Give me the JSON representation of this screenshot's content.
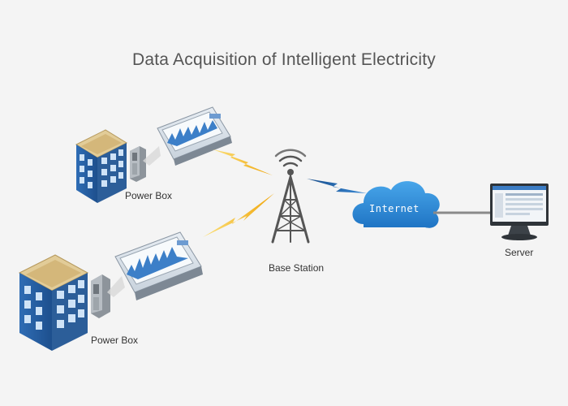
{
  "title": "Data Acquisition of Intelligent Electricity",
  "nodes": {
    "power_box_top": "Power Box",
    "power_box_bottom": "Power Box",
    "base_station": "Base Station",
    "internet": "Internet",
    "server": "Server"
  },
  "colors": {
    "building": "#2a64a8",
    "building_roof": "#d9b97c",
    "cloud": "#2f88d6",
    "signal_yellow": "#f2b21b",
    "signal_blue": "#1f5fa6",
    "tower": "#555555",
    "cable": "#888888"
  },
  "icons": [
    "building-icon",
    "power-cabinet-icon",
    "data-terminal-icon",
    "tower-icon",
    "cloud-icon",
    "monitor-icon",
    "lightning-link-icon"
  ]
}
